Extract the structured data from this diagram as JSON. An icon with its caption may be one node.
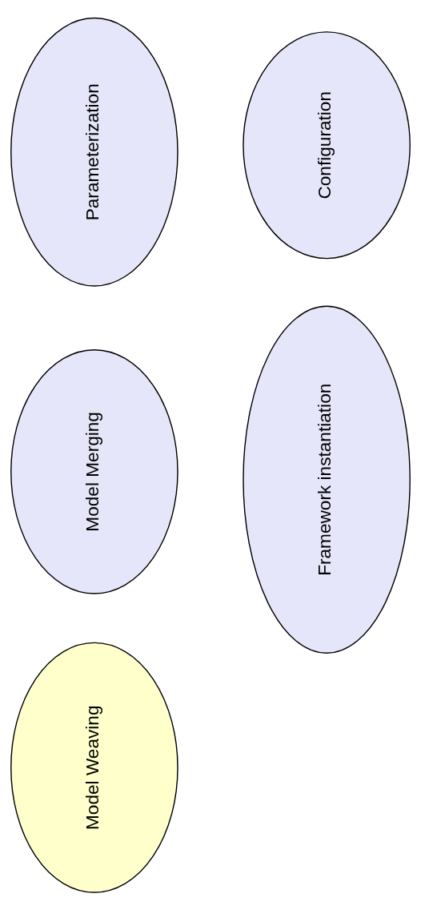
{
  "diagram": {
    "nodes": [
      {
        "text": [
          "Model Merging"
        ]
      },
      {
        "text": [
          "Parameterization"
        ]
      },
      {
        "text": [
          "Model Weaving"
        ]
      },
      {
        "text": [
          "Framework instantiation"
        ]
      },
      {
        "text": [
          "Configuration"
        ]
      }
    ]
  }
}
